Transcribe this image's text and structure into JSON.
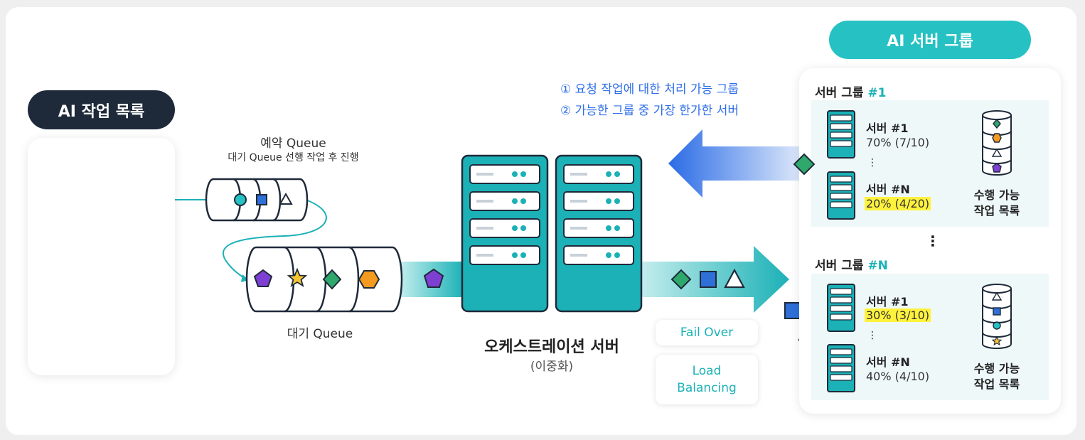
{
  "job_list": {
    "title": "AI 작업 목록"
  },
  "reserve_queue": {
    "title": "예약 Queue",
    "subtitle": "대기 Queue 선행 작업 후 진행"
  },
  "wait_queue": {
    "label": "대기 Queue"
  },
  "orchestration": {
    "title": "오케스트레이션 서버",
    "subtitle": "(이중화)"
  },
  "features": {
    "fail_over": "Fail Over",
    "load_balancing_1": "Load",
    "load_balancing_2": "Balancing"
  },
  "criteria": {
    "item1": "①  요청 작업에 대한 처리 가능 그룹",
    "item2": "②  가능한 그룹 중 가장 한가한 서버"
  },
  "server_groups": {
    "title": "AI 서버 그룹",
    "dots": "⋮",
    "group1": {
      "name": "서버 그룹",
      "num": "#1",
      "server_a_name": "서버 #1",
      "server_a_load": "70% (7/10)",
      "ellipsis": "⋮",
      "server_b_name": "서버 #N",
      "server_b_load": "20% (4/20)",
      "list_label_1": "수행 가능",
      "list_label_2": "작업 목록"
    },
    "groupN": {
      "name": "서버 그룹",
      "num": "#N",
      "server_a_name": "서버 #1",
      "server_a_load": "30% (3/10)",
      "ellipsis": "⋮",
      "server_b_name": "서버 #N",
      "server_b_load": "40% (4/10)",
      "list_label_1": "수행 가능",
      "list_label_2": "작업 목록"
    }
  },
  "colors": {
    "teal": "#1bb1b6",
    "dark": "#1e2a3a",
    "blue": "#2f6fe8",
    "purple": "#7e3fd2",
    "orange": "#f39a1f",
    "green": "#2ea86b",
    "square_blue": "#2e6fd8",
    "circle_teal": "#26c1c3",
    "star_yellow": "#f7c531",
    "highlight": "#fff23d"
  },
  "icons": [
    "triangle-icon",
    "square-icon",
    "circle-icon",
    "hexagon-icon",
    "diamond-icon",
    "star-icon",
    "pentagon-icon",
    "server-rack-icon",
    "database-icon"
  ]
}
